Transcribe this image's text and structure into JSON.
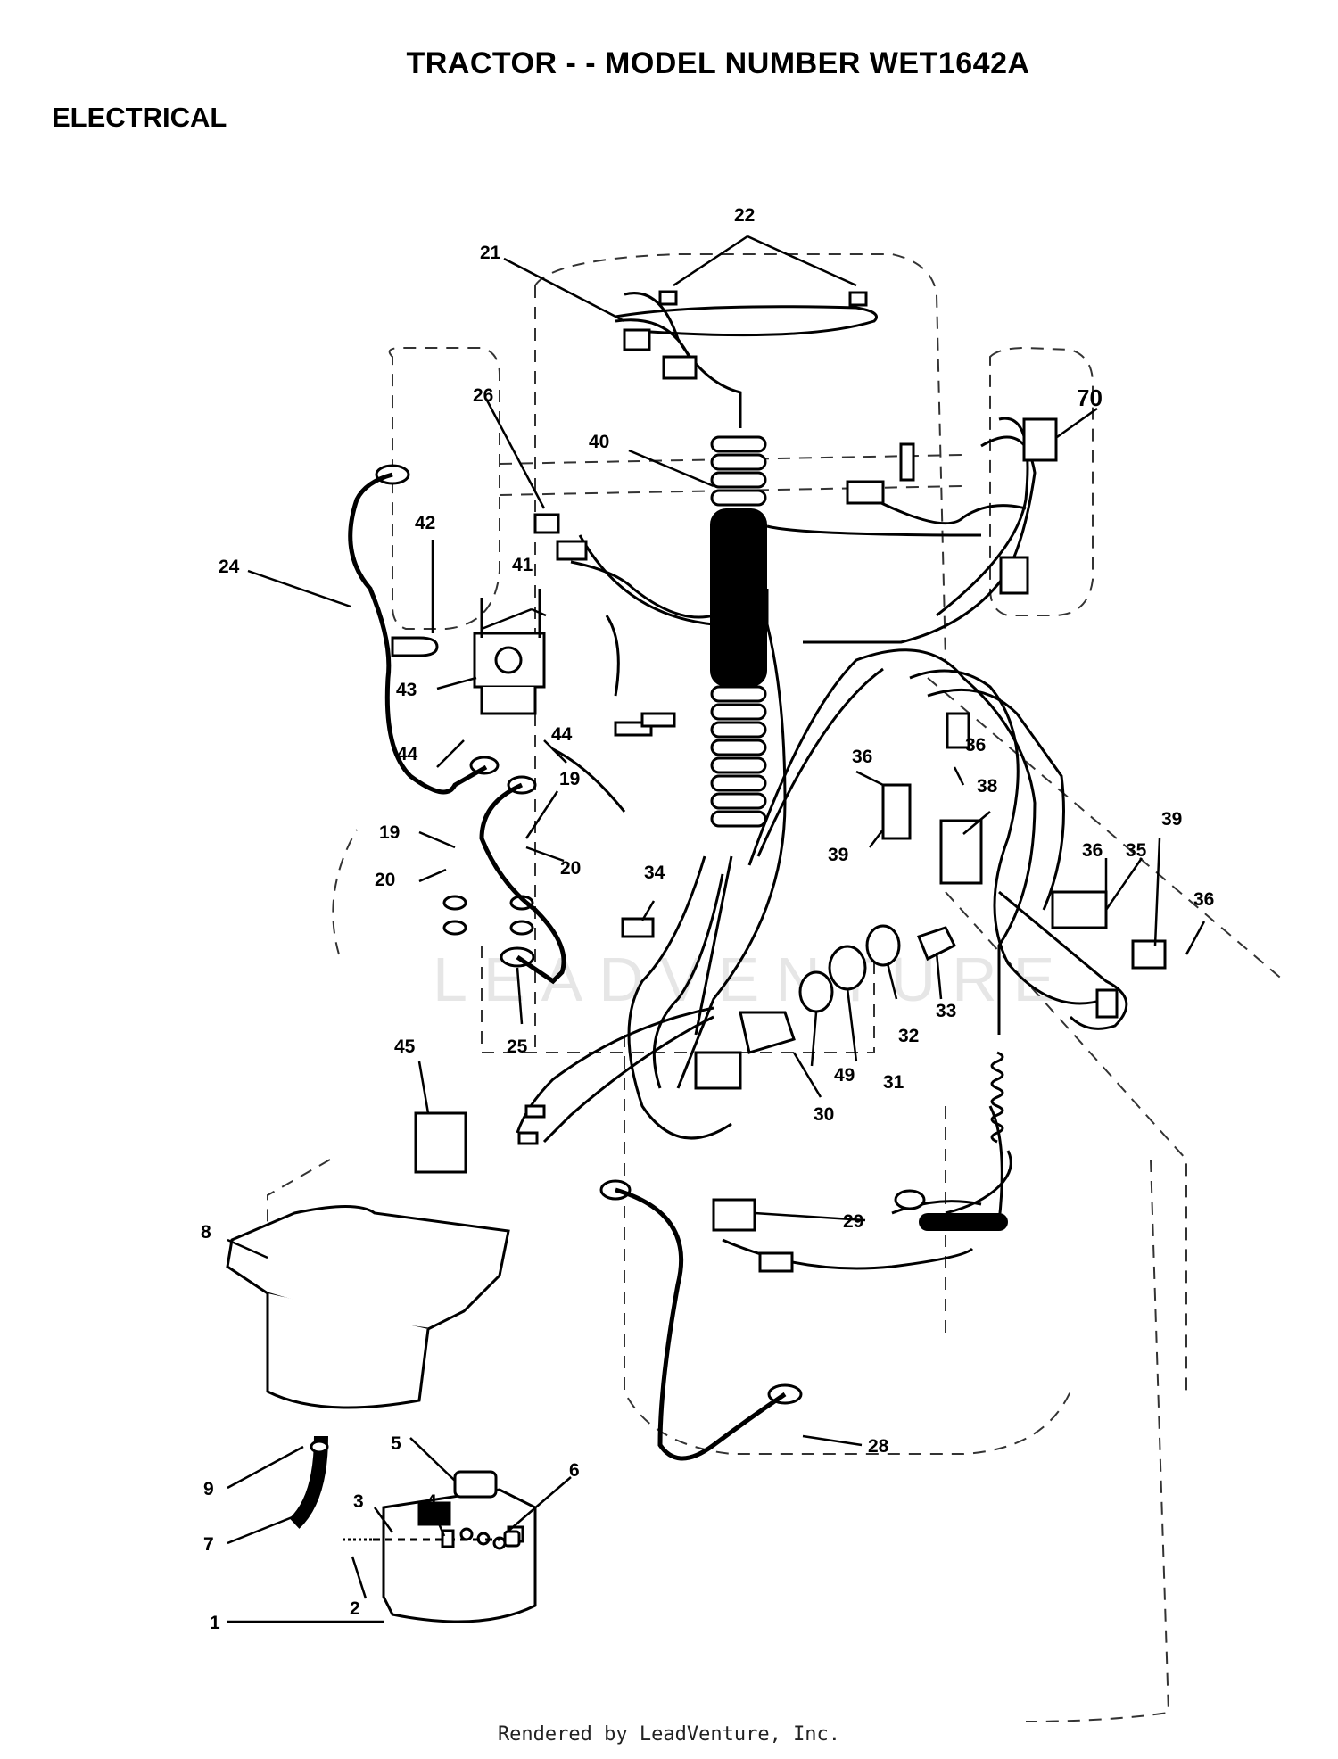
{
  "header": {
    "title": "TRACTOR - - MODEL NUMBER WET1642A",
    "section": "ELECTRICAL"
  },
  "footer": {
    "credit": "Rendered by LeadVenture, Inc."
  },
  "watermark": {
    "text": "LEADVENTURE"
  },
  "callouts": {
    "c1": "1",
    "c2": "2",
    "c3": "3",
    "c4": "4",
    "c5": "5",
    "c6": "6",
    "c7": "7",
    "c8": "8",
    "c9": "9",
    "c19a": "19",
    "c19b": "19",
    "c20a": "20",
    "c20b": "20",
    "c21": "21",
    "c22": "22",
    "c24": "24",
    "c25": "25",
    "c26": "26",
    "c28": "28",
    "c29": "29",
    "c30": "30",
    "c31": "31",
    "c32": "32",
    "c33": "33",
    "c34": "34",
    "c35": "35",
    "c36a": "36",
    "c36b": "36",
    "c36c": "36",
    "c36d": "36",
    "c38": "38",
    "c39a": "39",
    "c39b": "39",
    "c40": "40",
    "c41": "41",
    "c42": "42",
    "c43": "43",
    "c44a": "44",
    "c44b": "44",
    "c45": "45",
    "c49": "49",
    "c70": "70"
  },
  "colors": {
    "ink": "#000000",
    "outline": "#333333",
    "watermark": "#e6e6e6"
  }
}
